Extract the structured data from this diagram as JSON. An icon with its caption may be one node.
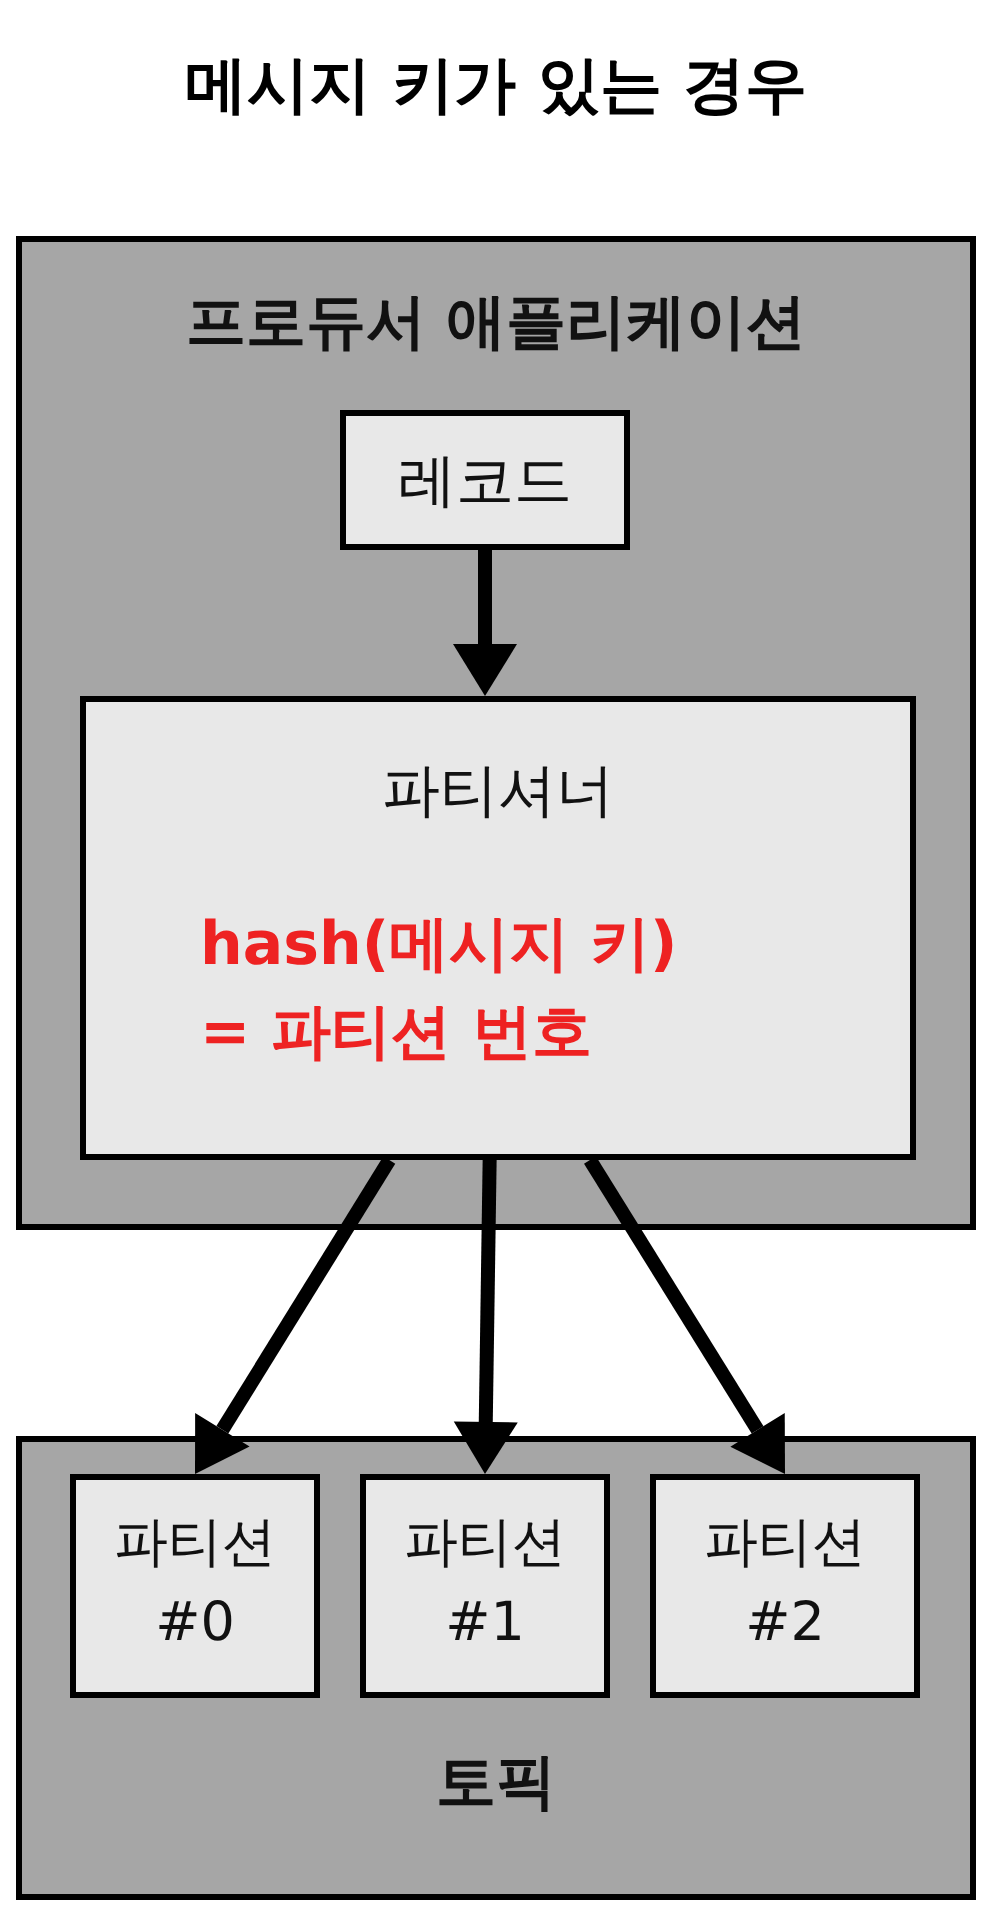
{
  "diagram": {
    "title": "메시지 키가 있는 경우",
    "nodes": [
      {
        "text": [
          "프로듀서 애플리케이션"
        ]
      },
      {
        "text": [
          "레코드"
        ],
        "in": 0
      },
      {
        "text": [
          "파티셔너",
          "hash(메시지 키) = 파티션 번호"
        ],
        "in": 0
      },
      {
        "text": [
          "토픽"
        ]
      },
      {
        "text": [
          "파티션 #0"
        ],
        "in": 3
      },
      {
        "text": [
          "파티션 #1"
        ],
        "in": 3
      },
      {
        "text": [
          "파티션 #2"
        ],
        "in": 3
      }
    ],
    "edges": [
      {
        "from": 1,
        "to": 2,
        "arrow": "to"
      },
      {
        "from": 2,
        "to": 4,
        "arrow": "to"
      },
      {
        "from": 2,
        "to": 5,
        "arrow": "to"
      },
      {
        "from": 2,
        "to": 6,
        "arrow": "to"
      }
    ]
  }
}
